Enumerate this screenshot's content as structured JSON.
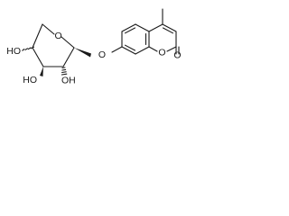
{
  "molecule": {
    "atom_labels": {
      "ring_oxygen": "O",
      "glycosidic_oxygen": "O",
      "coumarin_oxygen": "O",
      "carbonyl_oxygen": "O",
      "hydroxyl_c4": "HO",
      "hydroxyl_c3": "HO",
      "hydroxyl_c2": "OH"
    },
    "colors": {
      "bond": "#1a1a1a",
      "label": "#1a1a1a",
      "background": "#ffffff"
    }
  }
}
